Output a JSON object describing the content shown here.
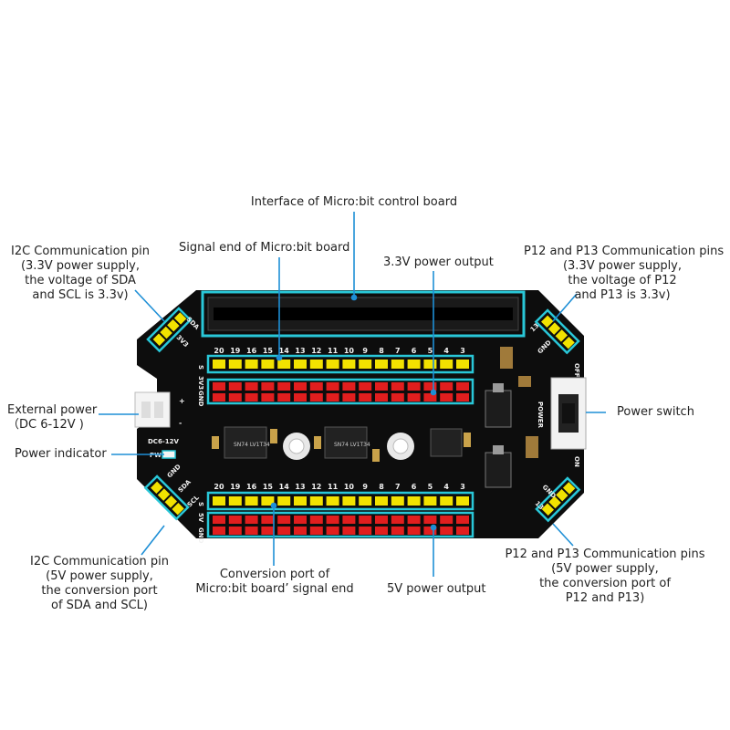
{
  "annotations": {
    "interface_label": "Interface of Micro:bit control board",
    "signal_end_label": "Signal end of Micro:bit board",
    "power_33_label": "3.3V power output",
    "i2c_33": [
      "I2C Communication pin",
      "(3.3V power supply,",
      "the voltage of SDA",
      "and SCL is 3.3v)"
    ],
    "p12p13_33": [
      "P12 and P13 Communication pins",
      "(3.3V power supply,",
      "the voltage of P12",
      "and P13 is 3.3v)"
    ],
    "external_power": [
      "External power",
      "（DC 6-12V )"
    ],
    "power_switch": "Power switch",
    "power_indicator": "Power indicator",
    "i2c_5v": [
      "I2C Communication pin",
      "(5V power supply,",
      "the conversion port",
      "of SDA and SCL)"
    ],
    "conversion_port": [
      "Conversion port of",
      "Micro:bit board’   signal end"
    ],
    "power_5v_label": "5V power output",
    "p12p13_5v": [
      "P12 and P13 Communication pins",
      "(5V power supply,",
      "the conversion port of",
      "P12 and P13)"
    ]
  },
  "board": {
    "top_pin_numbers": [
      "20",
      "19",
      "16",
      "15",
      "14",
      "13",
      "12",
      "11",
      "10",
      "9",
      "8",
      "7",
      "6",
      "5",
      "4",
      "3"
    ],
    "bottom_pin_numbers": [
      "20",
      "19",
      "16",
      "15",
      "14",
      "13",
      "12",
      "11",
      "10",
      "9",
      "8",
      "7",
      "6",
      "5",
      "4",
      "3"
    ],
    "row_labels_left_top": [
      "S",
      "3V3",
      "GND"
    ],
    "row_labels_left_bottom": [
      "S",
      "5V",
      "GND"
    ],
    "dc_label": "DC6-12V",
    "sda_label": "SDA",
    "scl_label": "SCL",
    "gnd_label": "GND",
    "v33_label": "3V3",
    "v5_label": "5V",
    "p12_label": "12",
    "p13_label": "13",
    "power_label": "POWER",
    "off_label": "OFF",
    "on_label": "ON",
    "pwr_label": "PW",
    "plus_label": "+",
    "minus_label": "-",
    "ic_text": "SN74 LV1T34",
    "colors": {
      "board": "#0d0d0d",
      "highlight": "#29c7d8",
      "leader": "#1e8fd6",
      "yellow_pin": "#f2e200",
      "red_pin": "#e11e1e"
    }
  }
}
